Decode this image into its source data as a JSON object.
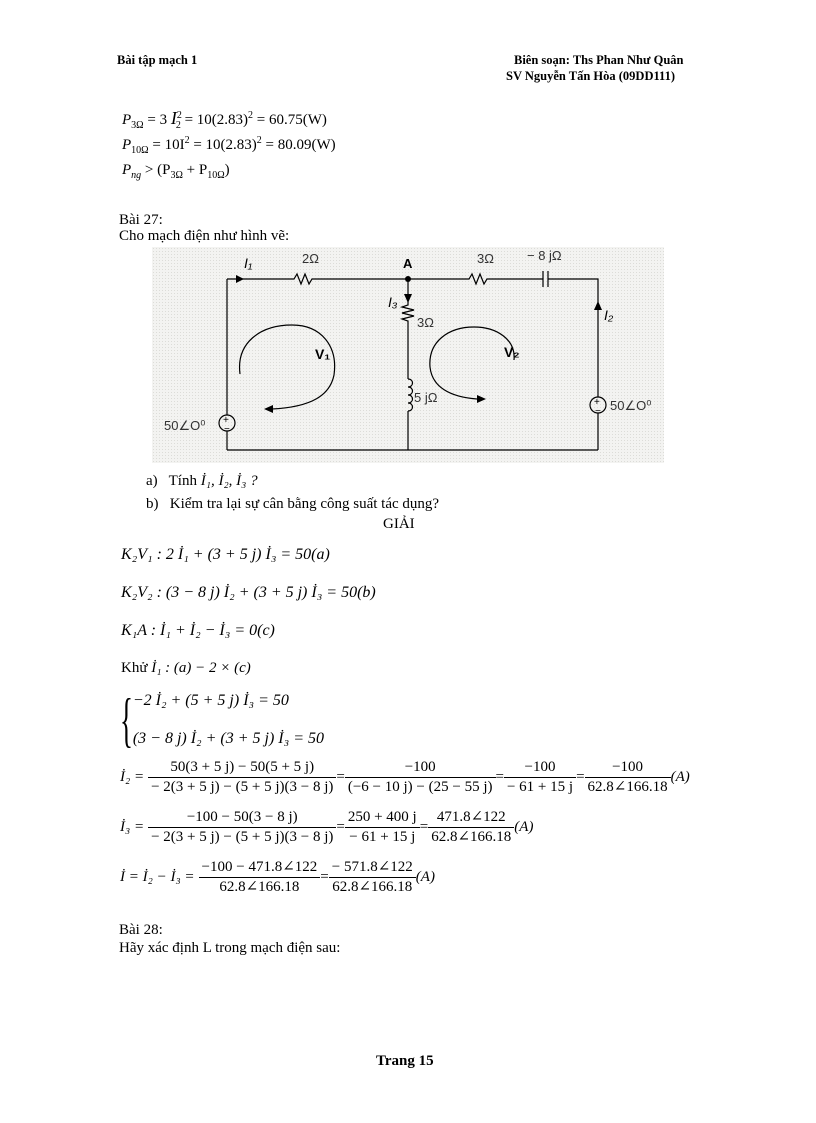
{
  "header": {
    "left": "Bài tập mạch 1",
    "right_line1": "Biên soạn: Ths Phan Như Quân",
    "right_line2": "SV Nguyễn Tấn Hòa (09DD111)"
  },
  "previous_solution": {
    "p3_label": "P",
    "p3_sub": "3Ω",
    "p3_expr": "= 3",
    "p3_i": "I",
    "p3_isup": "2",
    "p3_isub": "2",
    "p3_rest": "= 10(2.83)",
    "p3_sq": "2",
    "p3_result": "= 60.75(W)",
    "p10_label": "P",
    "p10_sub": "10Ω",
    "p10_expr": "= 10I",
    "p10_sq": "2",
    "p10_rest": "= 10(2.83)",
    "p10_sq2": "2",
    "p10_result": "= 80.09(W)",
    "png_label": "P",
    "png_sub": "ng",
    "png_cmp": "> (P",
    "png_s1": "3Ω",
    "png_plus": " + P",
    "png_s2": "10Ω",
    "png_close": ")"
  },
  "problem27": {
    "title": "Bài 27:",
    "prompt": "Cho mạch điện như hình vẽ:",
    "circuit": {
      "node_label": "A",
      "r1": "2Ω",
      "r2": "3Ω",
      "cap": "− 8 jΩ",
      "r3": "3Ω",
      "ind": "5 jΩ",
      "src_left": "50∠O⁰",
      "src_right": "50∠O⁰",
      "i1": "I₁",
      "i2": "I₂",
      "i3": "I₃",
      "loop1": "V₁",
      "loop2": "V₂"
    },
    "questions": [
      {
        "marker": "a)",
        "text": "Tính",
        "math": "İ₁, İ₂, İ₃ ?"
      },
      {
        "marker": "b)",
        "text": "Kiểm tra lại sự cân bằng công suất tác dụng?"
      }
    ],
    "solution_heading": "GIẢI",
    "equations": {
      "kv1": "K₂V₁ : 2 İ₁ + (3 + 5 j) İ₃ = 50(a)",
      "kv2": "K₂V₂ : (3 − 8 j) İ₂ + (3 + 5 j) İ₃ = 50(b)",
      "ka": "K₁A : İ₁ + İ₂ − İ₃ = 0(c)",
      "eliminate_label": "Khử",
      "eliminate_expr": "İ₁ : (a) − 2 × (c)",
      "sys1": "−2 İ₂ + (5 + 5 j) İ₃ = 50",
      "sys2": "(3 − 8 j) İ₂ + (3 + 5 j) İ₃ = 50",
      "i2_lhs": "İ₂ =",
      "i2_f1_num": "50(3 + 5 j) − 50(5 + 5 j)",
      "i2_f1_den": "− 2(3 + 5 j) − (5 + 5 j)(3 − 8 j)",
      "i2_f2_num": "−100",
      "i2_f2_den": "(−6 − 10 j) − (25 − 55 j)",
      "i2_f3_num": "−100",
      "i2_f3_den": "− 61 + 15 j",
      "i2_f4_num": "−100",
      "i2_f4_den": "62.8∠166.18",
      "i2_unit": "(A)",
      "i3_lhs": "İ₃ =",
      "i3_f1_num": "−100 − 50(3 − 8 j)",
      "i3_f1_den": "− 2(3 + 5 j) − (5 + 5 j)(3 − 8 j)",
      "i3_f2_num": "250 + 400 j",
      "i3_f2_den": "− 61 + 15 j",
      "i3_f3_num": "471.8∠122",
      "i3_f3_den": "62.8∠166.18",
      "i3_unit": "(A)",
      "i_lhs": "İ = İ₂ − İ₃ =",
      "i_f1_num": "−100 − 471.8∠122",
      "i_f1_den": "62.8∠166.18",
      "i_f2_num": "− 571.8∠122",
      "i_f2_den": "62.8∠166.18",
      "i_unit": "(A)",
      "eq_sign": "="
    }
  },
  "problem28": {
    "title": "Bài 28:",
    "prompt": "Hãy xác định L trong mạch điện sau:"
  },
  "footer": {
    "page": "Trang 15"
  }
}
